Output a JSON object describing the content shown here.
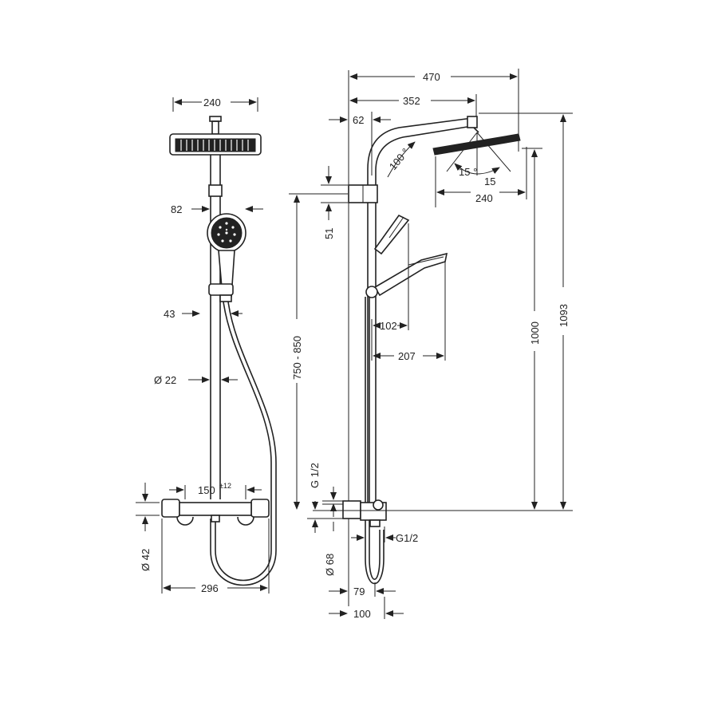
{
  "front_view": {
    "dims": {
      "head_width": "240",
      "hand_shower_offset": "82",
      "holder_offset": "43",
      "pipe_diameter": "Ø 22",
      "thermostat_spacing": "150",
      "thermostat_spacing_tolerance": "±12",
      "thermostat_diameter": "Ø 42",
      "thermostat_length": "296"
    }
  },
  "side_view": {
    "dims": {
      "overall_reach": "470",
      "head_arm_reach": "352",
      "wall_offset": "62",
      "arm_angle": "100 °",
      "head_tilt_left": "15 °",
      "head_tilt_right": "15",
      "head_width": "240",
      "bracket_height": "51",
      "mount_range": "750 - 850",
      "height_1000": "1000",
      "height_1093": "1093",
      "hand_shower_reach_1": "102",
      "hand_shower_reach_2": "207",
      "inlet_thread_vertical": "G 1/2",
      "inlet_thread": "G1/2",
      "inlet_diameter": "Ø 68",
      "wall_to_pipe": "79",
      "wall_to_inlet": "100"
    }
  }
}
